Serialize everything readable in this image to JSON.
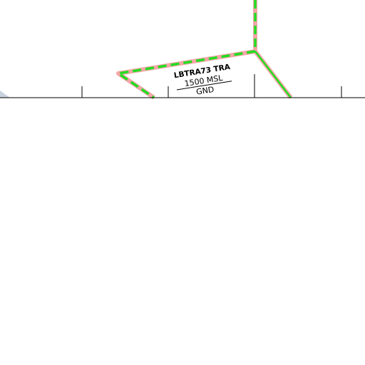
{
  "map": {
    "background_color": "#ffffff",
    "airspace": {
      "name": "LBTRA73 TRA",
      "upper_limit": "1500 MSL",
      "lower_limit": "GND",
      "boundary_fill_color": "#f4a6a6",
      "boundary_dash_color": "#22dd22"
    },
    "adjacent_area_color": "#c9d3df",
    "scale_bar_color": "#000000"
  }
}
